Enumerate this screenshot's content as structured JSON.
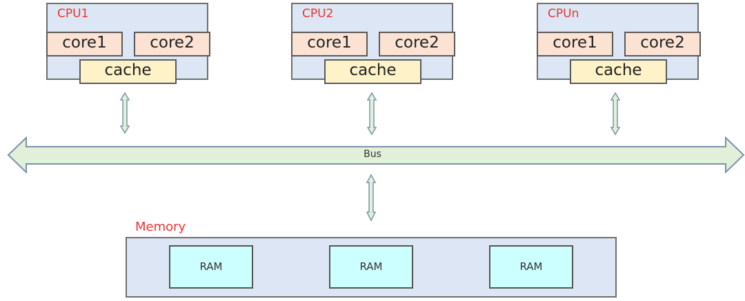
{
  "cpus": [
    {
      "label": "CPU1",
      "cores": [
        "core1",
        "core2"
      ],
      "cache": "cache"
    },
    {
      "label": "CPU2",
      "cores": [
        "core1",
        "core2"
      ],
      "cache": "cache"
    },
    {
      "label": "CPUn",
      "cores": [
        "core1",
        "core2"
      ],
      "cache": "cache"
    }
  ],
  "bus": {
    "label": "Bus"
  },
  "memory": {
    "label": "Memory",
    "modules": [
      "RAM",
      "RAM",
      "RAM"
    ]
  },
  "colors": {
    "label_red": "#ee3333",
    "cpu_fill": "#dce6f4",
    "core_fill": "#fbe2d3",
    "cache_fill": "#fdf2c8",
    "ram_fill": "#ccffff",
    "arrow_fill": "#e2f0d9",
    "arrow_stroke": "#7a92ab"
  }
}
